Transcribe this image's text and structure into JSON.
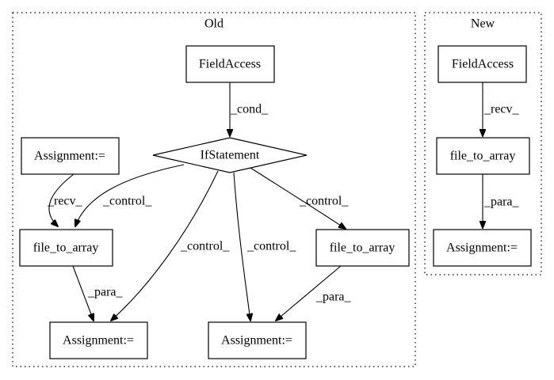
{
  "clusters": {
    "old": {
      "label": "Old"
    },
    "new": {
      "label": "New"
    }
  },
  "nodes": {
    "old_fieldaccess": "FieldAccess",
    "old_ifstatement": "IfStatement",
    "old_assignment_top": "Assignment:=",
    "old_file_to_array_left": "file_to_array",
    "old_file_to_array_right": "file_to_array",
    "old_assignment_bottom_left": "Assignment:=",
    "old_assignment_bottom_right": "Assignment:=",
    "new_fieldaccess": "FieldAccess",
    "new_file_to_array": "file_to_array",
    "new_assignment": "Assignment:="
  },
  "edges": {
    "cond": "_cond_",
    "recv_old": "_recv_",
    "control_1": "_control_",
    "control_2": "_control_",
    "control_3": "_control_",
    "control_4": "_control_",
    "para_left": "_para_",
    "para_right": "_para_",
    "recv_new": "_recv_",
    "para_new": "_para_"
  }
}
